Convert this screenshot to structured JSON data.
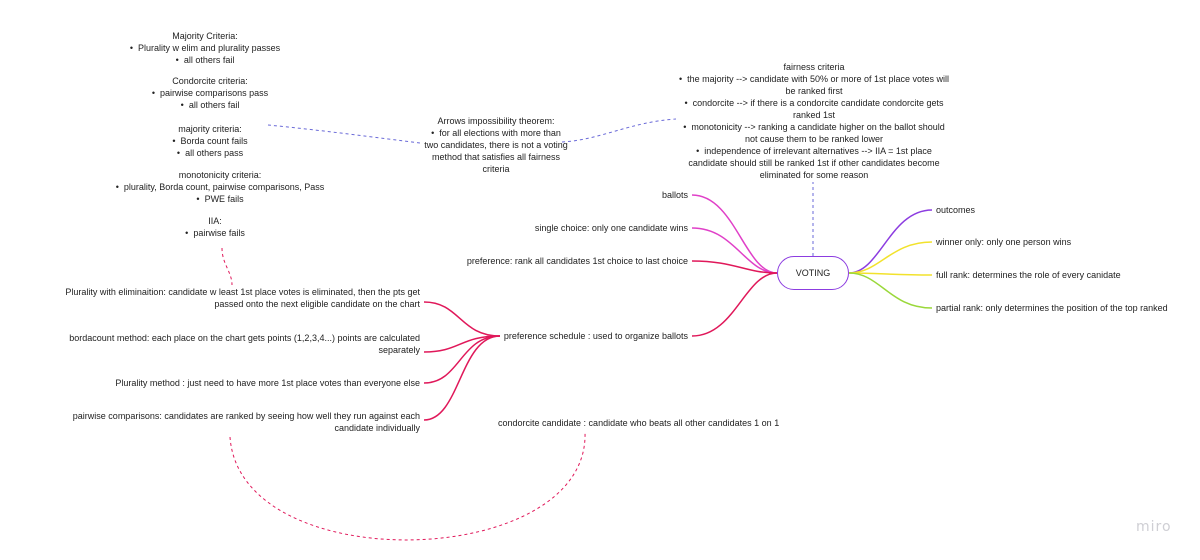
{
  "root": {
    "label": "VOTING"
  },
  "left_branches": {
    "ballots": "ballots",
    "single_choice": "single choice: only one candidate wins",
    "preference": "preference: rank all candidates 1st choice to last choice",
    "preference_schedule": "preference schedule : used to organize ballots"
  },
  "right_branches": {
    "outcomes": "outcomes",
    "winner_only": "winner only: only one person wins",
    "full_rank": "full rank: determines the role of every canidate",
    "partial_rank": "partial rank: only determines the position of the top ranked"
  },
  "methods": {
    "plurality_elim": "Plurality with eliminaition:  candidate w least 1st place votes is eliminated, then the pts get passed onto the next eligible candidate on the chart",
    "borda": "bordacount method:   each place on the chart gets points (1,2,3,4...) points are calculated separately",
    "plurality": "Plurality method : just need to have more 1st place votes than everyone else",
    "pairwise": "pairwise comparisons: candidates are ranked by seeing how well they run against each candidate individually"
  },
  "condorcite_candidate": "condorcite candidate : candidate who beats all other candidates 1 on 1",
  "arrows": {
    "title": "Arrows impossibility theorem:",
    "bullet": "for all elections with more than two candidates, there is not a voting method that satisfies all fairness criteria"
  },
  "fairness": {
    "title": "fairness criteria",
    "bullets": [
      "the majority --> candidate with 50% or more of 1st place votes will be ranked first",
      "condorcite --> if there is a condorcite candidate condorcite gets ranked 1st",
      "monotonicity --> ranking a candidate higher on the ballot should not cause them to be ranked lower",
      "independence of irrelevant alternatives --> IIA = 1st place candidate should still be ranked 1st if other candidates become eliminated for some reason"
    ]
  },
  "criteria_notes": {
    "majority1": {
      "title": "Majority Criteria:",
      "items": [
        "Plurality w elim and plurality passes",
        "all others fail"
      ]
    },
    "condorcite": {
      "title": "Condorcite criteria:",
      "items": [
        "pairwise comparisons pass",
        "all others fail"
      ]
    },
    "majority2": {
      "title": "majority criteria:",
      "items": [
        "Borda count fails",
        "all others pass"
      ]
    },
    "monotonicity": {
      "title": "monotonicity criteria:",
      "items": [
        "plurality, Borda count, pairwise comparisons, Pass",
        "PWE fails"
      ]
    },
    "iia": {
      "title": "IIA:",
      "items": [
        "pairwise fails"
      ]
    }
  },
  "brand": "miro",
  "colors": {
    "root_border": "#8c3ce0",
    "left_upper": "#e040c8",
    "left_lower": "#e0185a",
    "right_purple": "#8c3ce0",
    "right_yellow": "#f2e22c",
    "right_green": "#9ad83a",
    "connector_dashed": "#6a6ad8"
  }
}
